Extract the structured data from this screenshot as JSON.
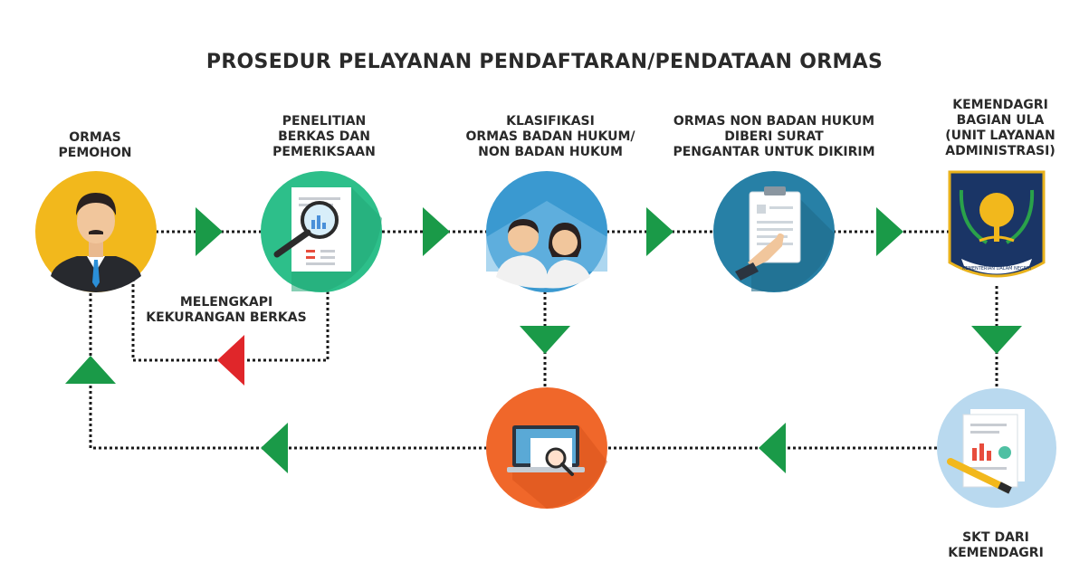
{
  "title": "PROSEDUR PELAYANAN PENDAFTARAN/PENDATAAN ORMAS",
  "steps": {
    "pemohon": "ORMAS\nPEMOHON",
    "penelitian": "PENELITIAN\nBERKAS DAN\nPEMERIKSAAN",
    "klasifikasi": "KLASIFIKASI\nORMAS BADAN HUKUM/\nNON BADAN HUKUM",
    "non_badan_hukum": "ORMAS NON BADAN HUKUM\nDIBERI SURAT\nPENGANTAR UNTUK DIKIRIM",
    "kemendagri": "KEMENDAGRI\nBAGIAN ULA\n(UNIT LAYANAN\nADMINISTRASI)",
    "skt": "SKT DARI\nKEMENDAGRI"
  },
  "feedback_label": "MELENGKAPI\nKEKURANGAN BERKAS",
  "emblem_text": "KEMENTERIAN DALAM NEGERI",
  "colors": {
    "arrow_green": "#1a9a48",
    "arrow_red": "#e0262a",
    "yellow": "#f2b81c",
    "green_circle": "#2dbf8a",
    "blue_circle": "#3a99d0",
    "teal_circle": "#2780a6",
    "orange_circle": "#f0672a",
    "navy": "#1a3566"
  }
}
